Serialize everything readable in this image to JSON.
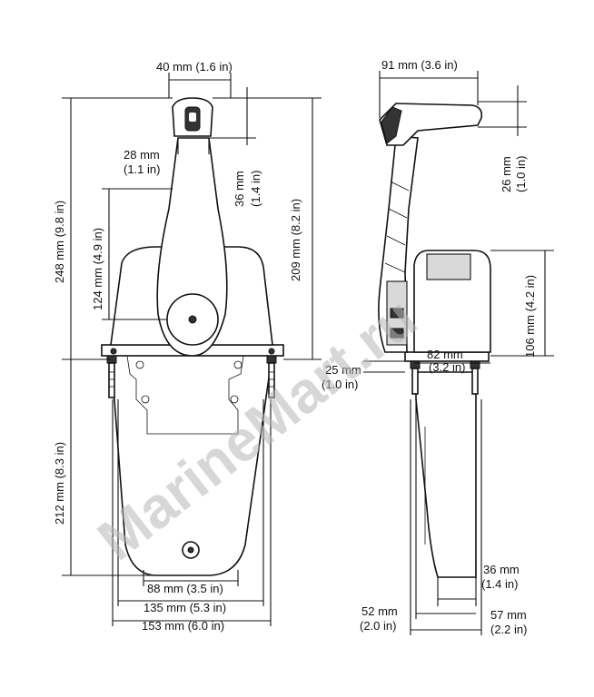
{
  "dimensions": {
    "top_width": "40 mm (1.6 in)",
    "handle_width": [
      "28 mm",
      "(1.1 in)"
    ],
    "knob_height": [
      "36 mm",
      "(1.4 in)"
    ],
    "total_height": "248 mm (9.8 in)",
    "pivot_to_top": "124 mm (4.9 in)",
    "handle_length": "209 mm (8.2 in)",
    "below_mount": "212 mm (8.3 in)",
    "bottom_width_88": "88 mm (3.5 in)",
    "bottom_width_135": "135 mm (5.3 in)",
    "bottom_width_153": "153 mm (6.0 in)",
    "side_reach": "91 mm (3.6 in)",
    "side_knob_offset": [
      "26 mm",
      "(1.0 in)"
    ],
    "housing_height": "106 mm (4.2 in)",
    "housing_width": [
      "82 mm",
      "(3.2 in)"
    ],
    "flange_height": [
      "25 mm",
      "(1.0 in)"
    ],
    "side_bottom_height": [
      "36 mm",
      "(1.4 in)"
    ],
    "side_width_52": [
      "52 mm",
      "(2.0 in)"
    ],
    "side_width_57": [
      "57 mm",
      "(2.2 in)"
    ]
  },
  "watermark": "MarineMart.ru"
}
